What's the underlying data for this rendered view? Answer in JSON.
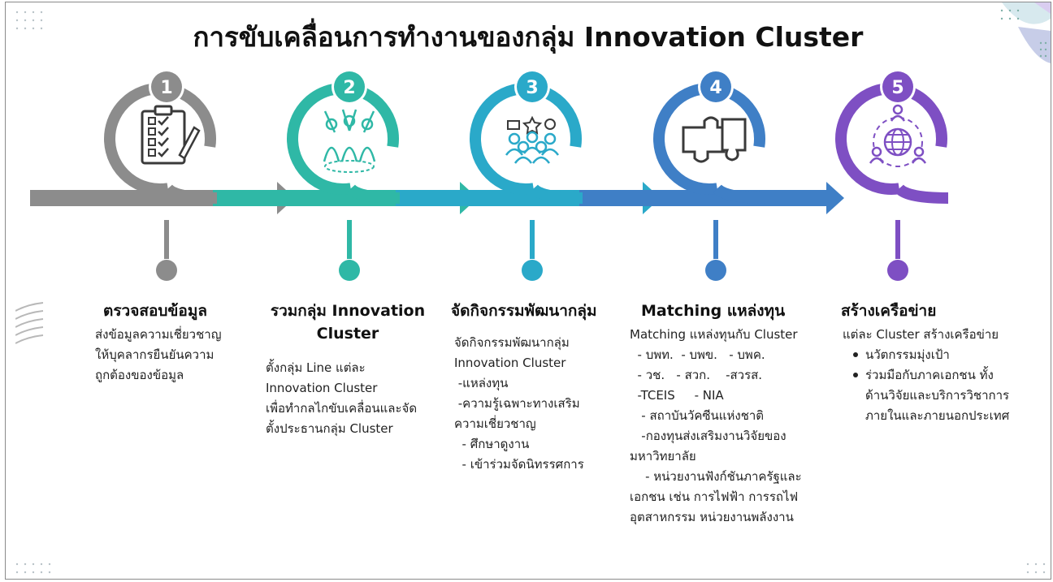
{
  "title": "การขับเคลื่อนการทำงานของกลุ่ม Innovation Cluster",
  "steps": [
    {
      "number": "1",
      "color": "#8c8c8c",
      "icon": "checklist-icon",
      "heading": "ตรวจสอบข้อมูล",
      "body": [
        "ส่งข้อมูลความเชี่ยวชาญ",
        "ให้บุคลากรยืนยันความ",
        "ถูกต้องของข้อมูล"
      ]
    },
    {
      "number": "2",
      "color": "#2fb8a6",
      "icon": "team-unity-icon",
      "heading": "รวมกลุ่ม Innovation Cluster",
      "body": [
        "ตั้งกลุ่ม Line แต่ละ",
        "Innovation Cluster",
        "เพื่อทำกลไกขับเคลื่อนและจัด",
        "ตั้งประธานกลุ่ม Cluster"
      ]
    },
    {
      "number": "3",
      "color": "#2aa9c9",
      "icon": "group-rating-icon",
      "heading": "จัดกิจกรรมพัฒนากลุ่ม",
      "body": [
        "จัดกิจกรรมพัฒนากลุ่ม",
        "Innovation Cluster",
        " -แหล่งทุน",
        " -ความรู้เฉพาะทางเสริม",
        "ความเชี่ยวชาญ",
        "  - ศึกษาดูงาน",
        "  - เข้าร่วมจัดนิทรรศการ"
      ]
    },
    {
      "number": "4",
      "color": "#3f7fc6",
      "icon": "puzzle-icon",
      "heading": "Matching แหล่งทุน",
      "body": [
        "Matching แหล่งทุนกับ Cluster",
        "  - บพท.  - บพข.   - บพค.",
        "  - วช.   - สวก.    -สวรส.",
        "  -TCEIS     - NIA",
        "   - สถาบันวัคซีนแห่งชาติ",
        "   -กองทุนส่งเสริมงานวิจัยของ",
        "มหาวิทยาลัย",
        "    - หน่วยงานฟังก์ชันภาครัฐและ",
        "เอกชน เช่น การไฟฟ้า การรถไฟ",
        "อุตสาหกรรม หน่วยงานพลังงาน"
      ]
    },
    {
      "number": "5",
      "color": "#7e4fc3",
      "icon": "global-network-icon",
      "heading": "สร้างเครือข่าย",
      "body": [
        "แต่ละ Cluster สร้างเครือข่าย"
      ],
      "bullets": [
        [
          "นวัตกรรมมุ่งเป้า"
        ],
        [
          "ร่วมมือกับภาคเอกชน ทั้ง",
          "ด้านวิจัยและบริการวิชาการ",
          "ภายในและภายนอกประเทศ"
        ]
      ]
    }
  ]
}
